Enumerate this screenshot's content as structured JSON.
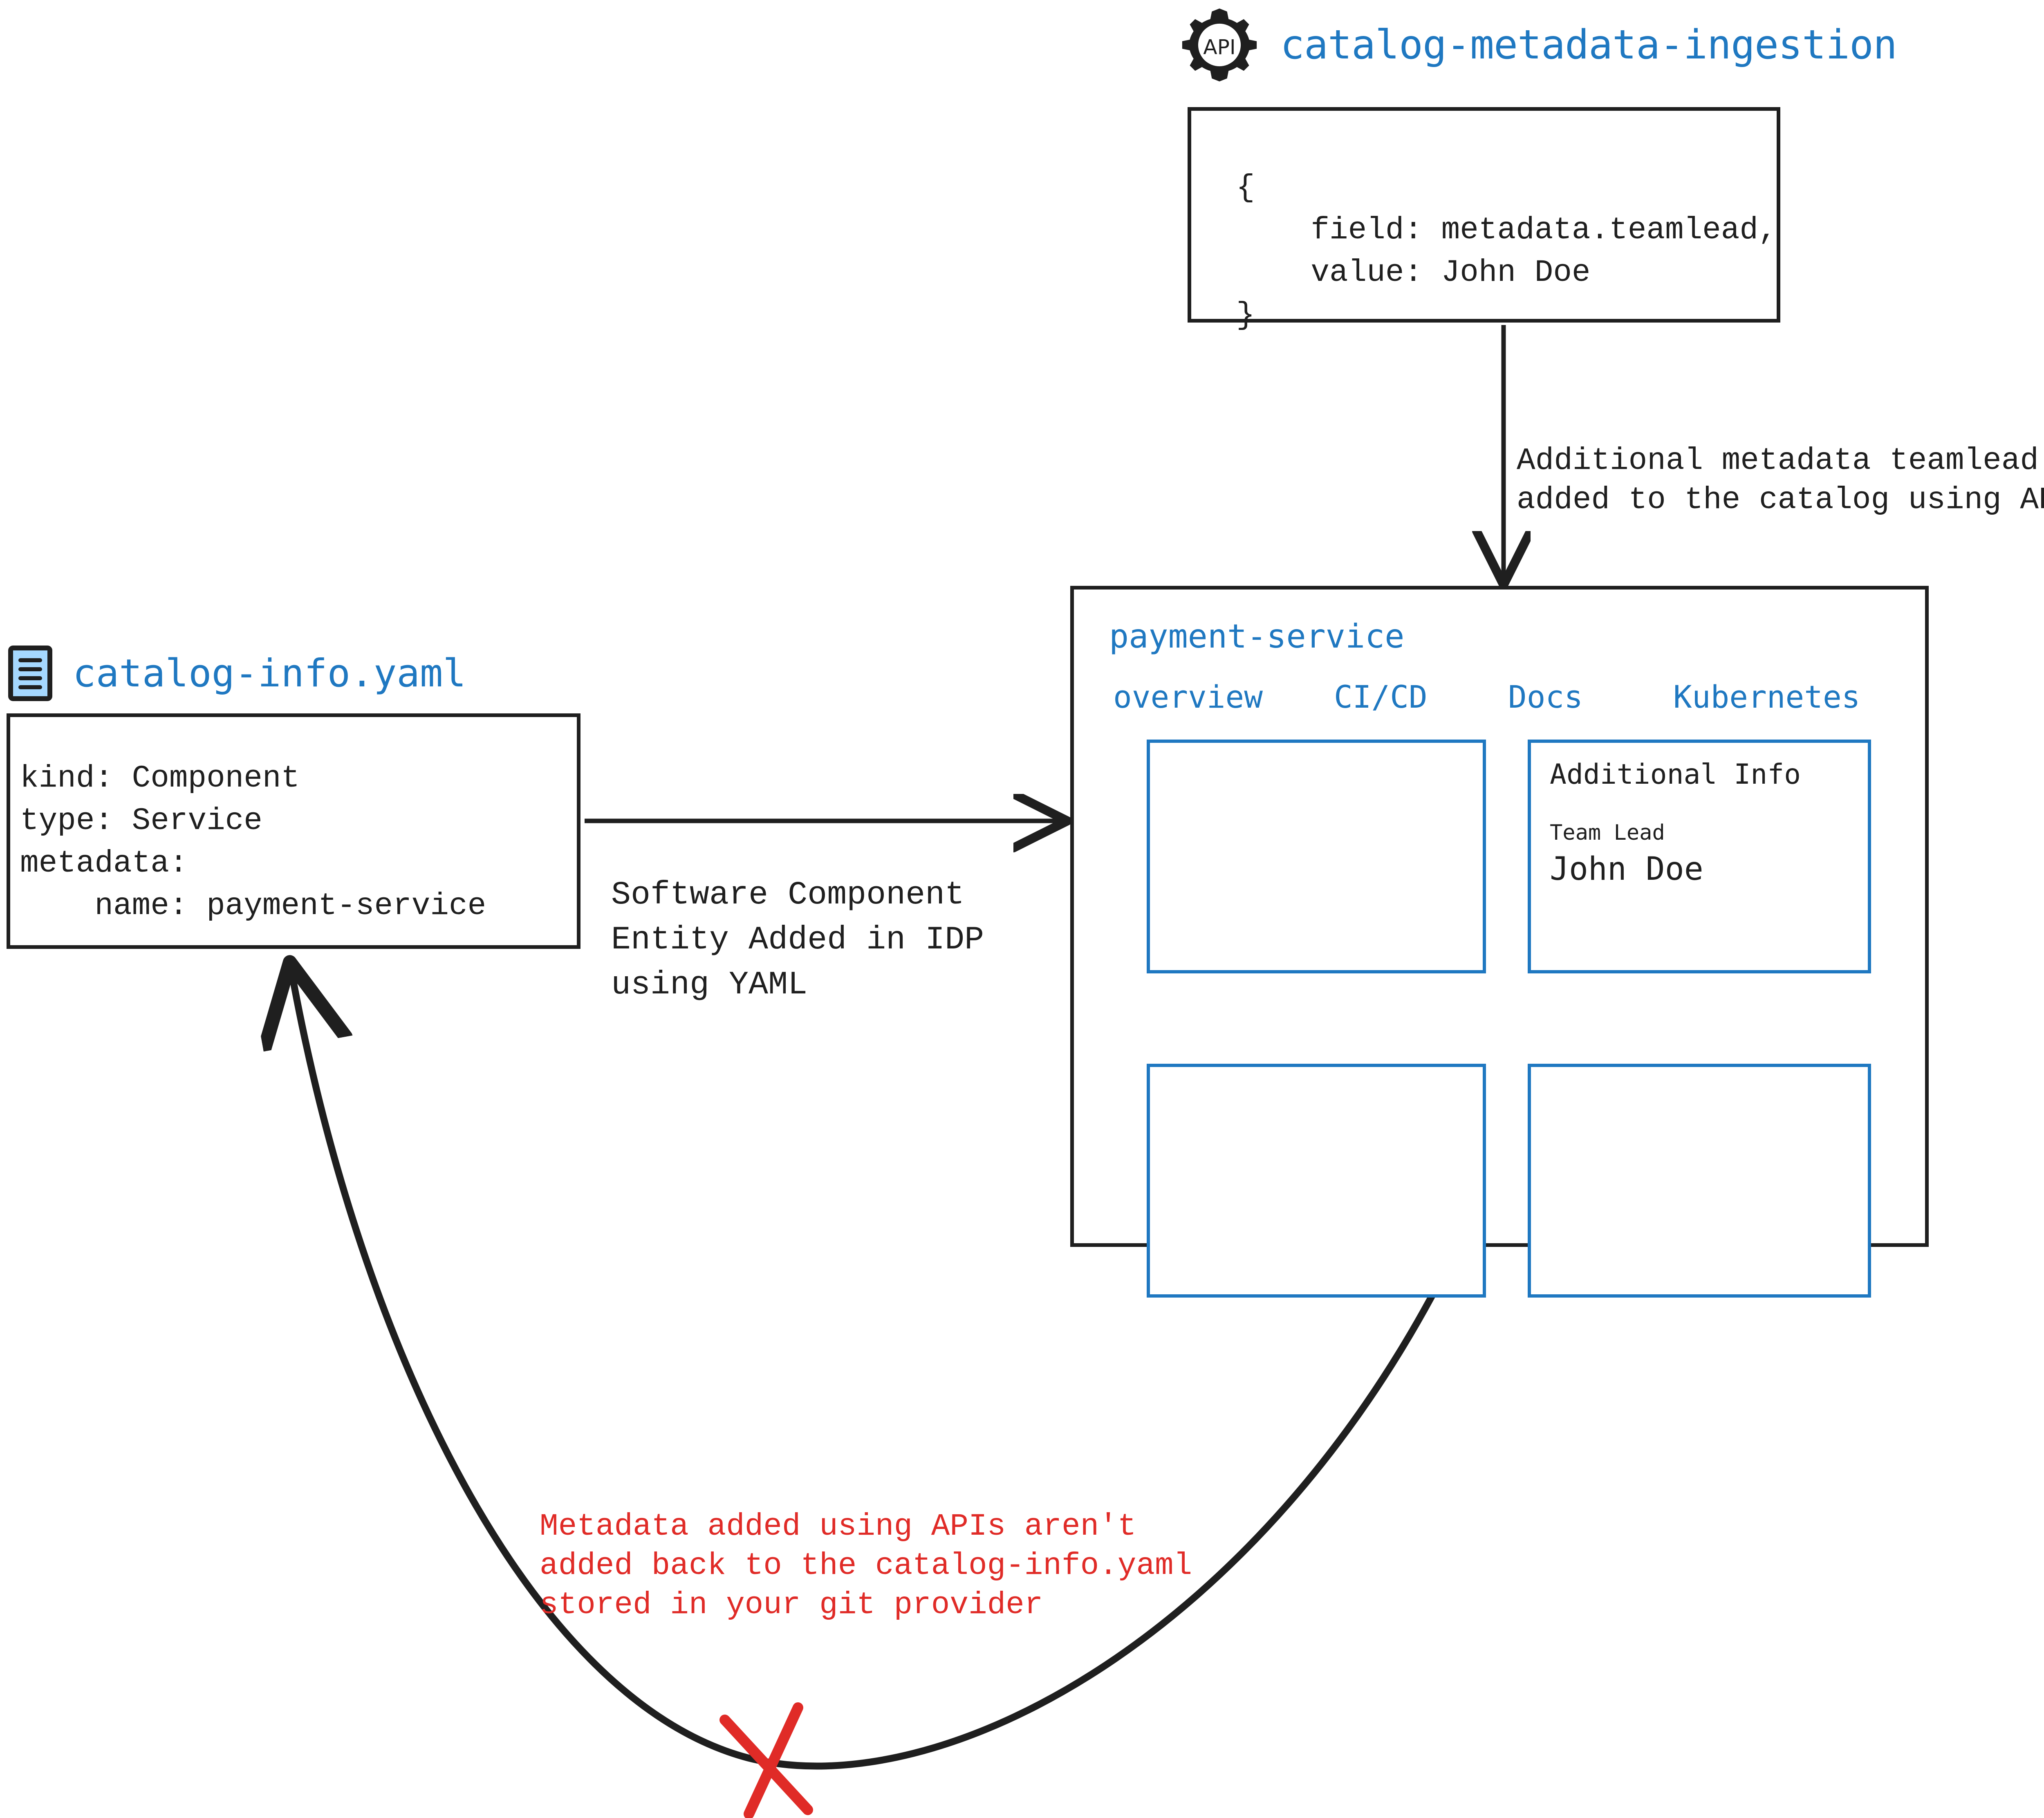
{
  "api_node": {
    "icon": "api-gear-icon",
    "icon_text": "API",
    "title": "catalog-metadata-ingestion",
    "payload": "{\n    field: metadata.teamlead,\n    value: John Doe\n}"
  },
  "api_edge": {
    "label": "Additional metadata teamlead\nadded to the catalog using APIs"
  },
  "yaml_node": {
    "icon": "yaml-file-icon",
    "title": "catalog-info.yaml",
    "content": "kind: Component\ntype: Service\nmetadata:\n    name: payment-service"
  },
  "yaml_edge": {
    "label": "Software Component\nEntity Added in IDP\nusing YAML"
  },
  "service_panel": {
    "title": "payment-service",
    "tabs": [
      {
        "label": "overview"
      },
      {
        "label": "CI/CD"
      },
      {
        "label": "Docs"
      },
      {
        "label": "Kubernetes"
      }
    ],
    "cards": {
      "top_left": "",
      "top_right": {
        "heading": "Additional Info",
        "field_label": "Team Lead",
        "field_value": "John Doe"
      },
      "bottom_left": "",
      "bottom_right": ""
    }
  },
  "warning": {
    "text": "Metadata added using APIs aren't\nadded back to the catalog-info.yaml\nstored in your git provider",
    "marker": "red-x-icon"
  },
  "colors": {
    "accent_blue": "#1f78c1",
    "ink": "#1f1f1f",
    "warning_red": "#e02b27",
    "file_icon_fill": "#a5d8ff"
  }
}
